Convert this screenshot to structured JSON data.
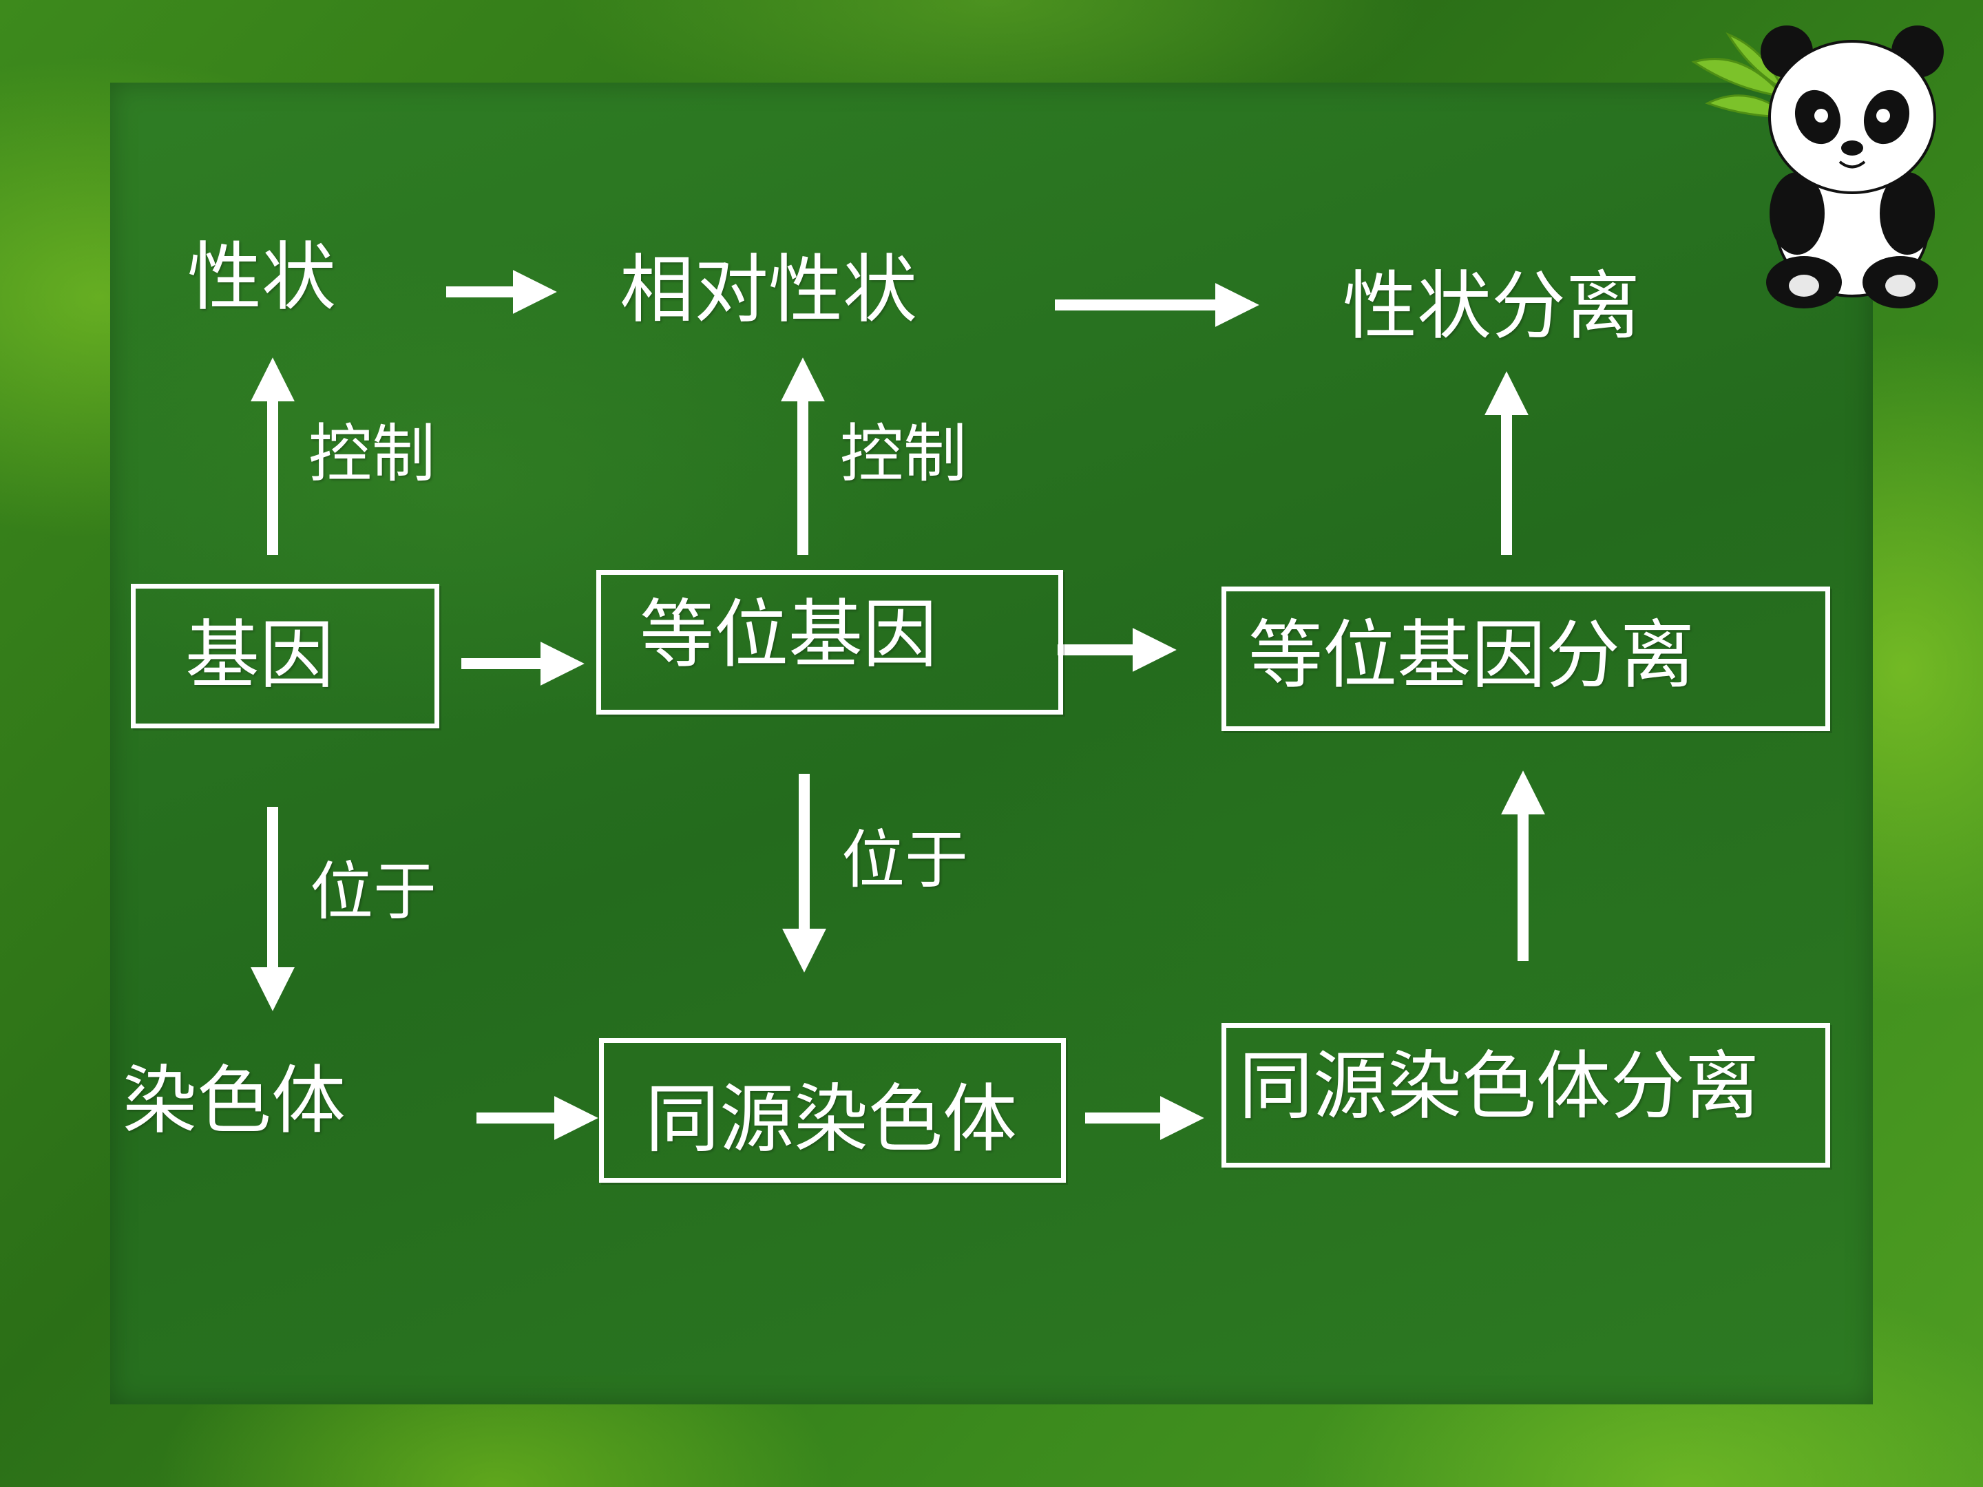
{
  "nodes": {
    "trait": "性状",
    "relative_trait": "相对性状",
    "trait_segregation": "性状分离",
    "gene": "基因",
    "allele": "等位基因",
    "allele_segregation": "等位基因分离",
    "chromosome": "染色体",
    "homologous_chromosome": "同源染色体",
    "homologous_segregation": "同源染色体分离"
  },
  "edge_labels": {
    "gene_controls_trait": "控制",
    "allele_controls_relative_trait": "控制",
    "gene_located_on_chromosome": "位于",
    "allele_located_on_homologous": "位于"
  },
  "colors": {
    "text": "#ffffff",
    "arrow": "#ffffff"
  },
  "icons": {
    "mascot": "panda-icon"
  }
}
